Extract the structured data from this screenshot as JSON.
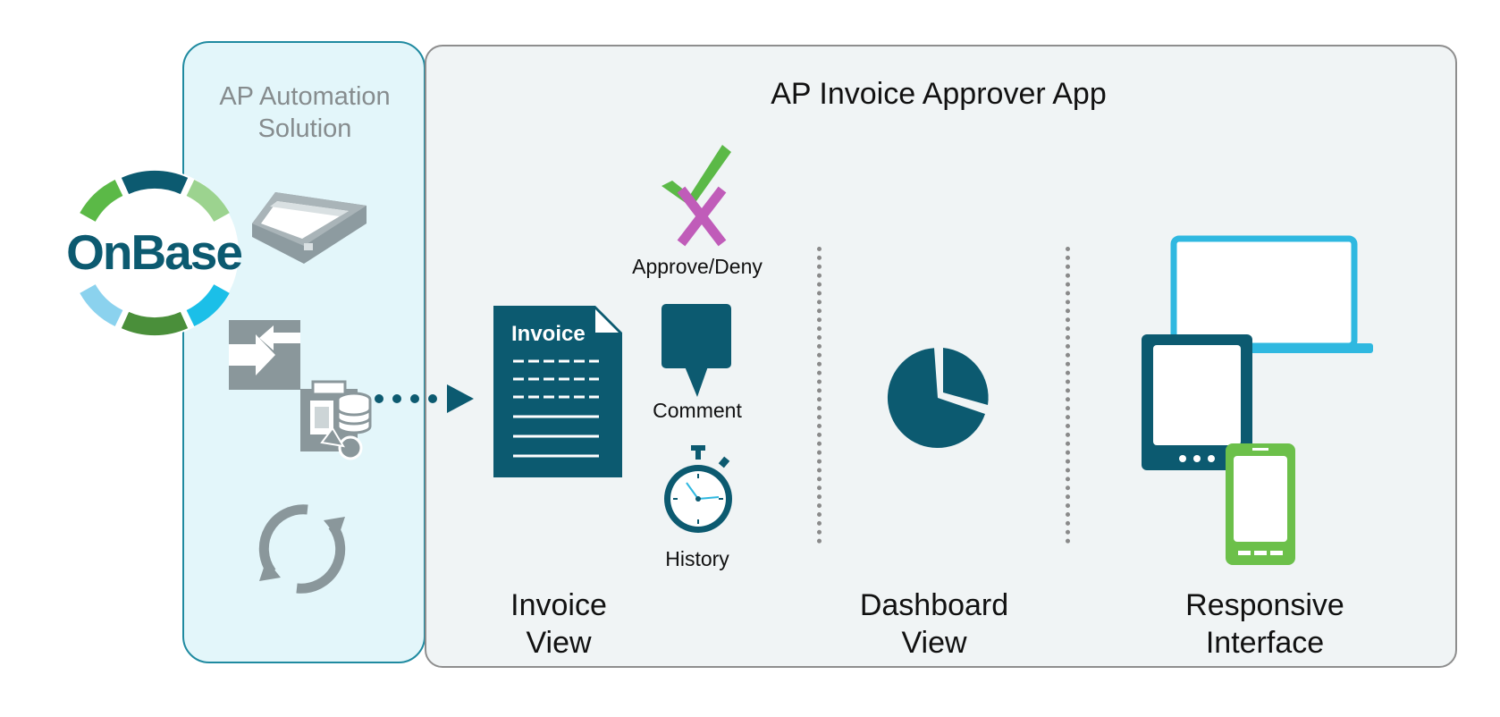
{
  "logo": {
    "text": "OnBase"
  },
  "automation": {
    "title_line1": "AP Automation",
    "title_line2": "Solution"
  },
  "app": {
    "title": "AP Invoice Approver App"
  },
  "invoice": {
    "doc_label": "Invoice",
    "caption_line1": "Invoice",
    "caption_line2": "View"
  },
  "actions": {
    "approve_deny": "Approve/Deny",
    "comment": "Comment",
    "history": "History"
  },
  "dashboard": {
    "caption_line1": "Dashboard",
    "caption_line2": "View"
  },
  "responsive": {
    "caption_line1": "Responsive",
    "caption_line2": "Interface"
  },
  "colors": {
    "teal": "#0c5a70",
    "green": "#5bb947",
    "magenta": "#c05cb9",
    "sky": "#2fb8e0",
    "gray": "#7f8f95"
  }
}
